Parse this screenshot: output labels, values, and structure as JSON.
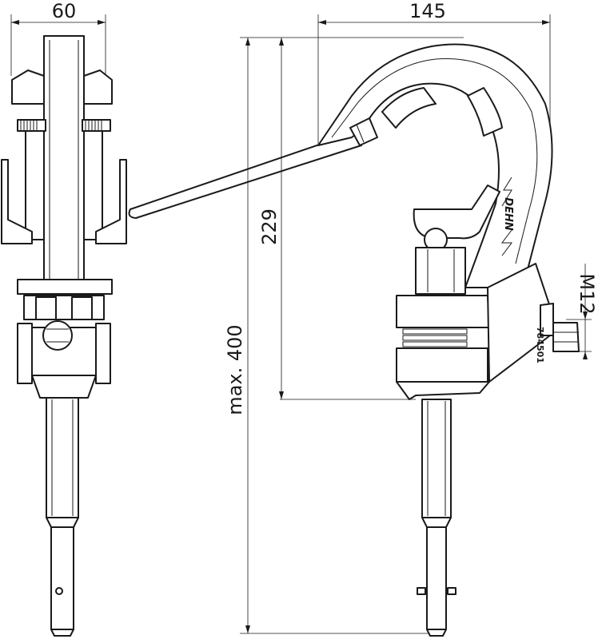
{
  "dimensions": {
    "width_front": "60",
    "width_side": "145",
    "height_hook": "229",
    "height_max": "max. 400",
    "thread": "M12"
  },
  "part_number": "784501",
  "brand_logo": "DEHN"
}
